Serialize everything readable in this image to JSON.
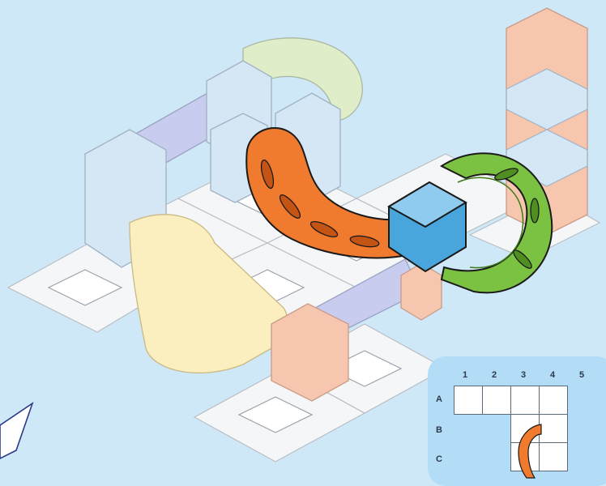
{
  "instruction_grid": {
    "columns": [
      "1",
      "2",
      "3",
      "4",
      "5"
    ],
    "rows": [
      "A",
      "B",
      "C"
    ]
  },
  "colors": {
    "background": "#cfe8f8",
    "base_plate": "#f4f6f8",
    "orange_piece": "#f07a2e",
    "green_piece": "#7cc242",
    "blue_connector": "#49a6dc",
    "ghost_yellow": "#fbefbf",
    "ghost_purple": "#c8cdf0",
    "ghost_peach": "#f6c7ae",
    "ghost_blue": "#d5e6f4",
    "ghost_green": "#dfeec8",
    "grid_panel": "#b3dcf6"
  }
}
